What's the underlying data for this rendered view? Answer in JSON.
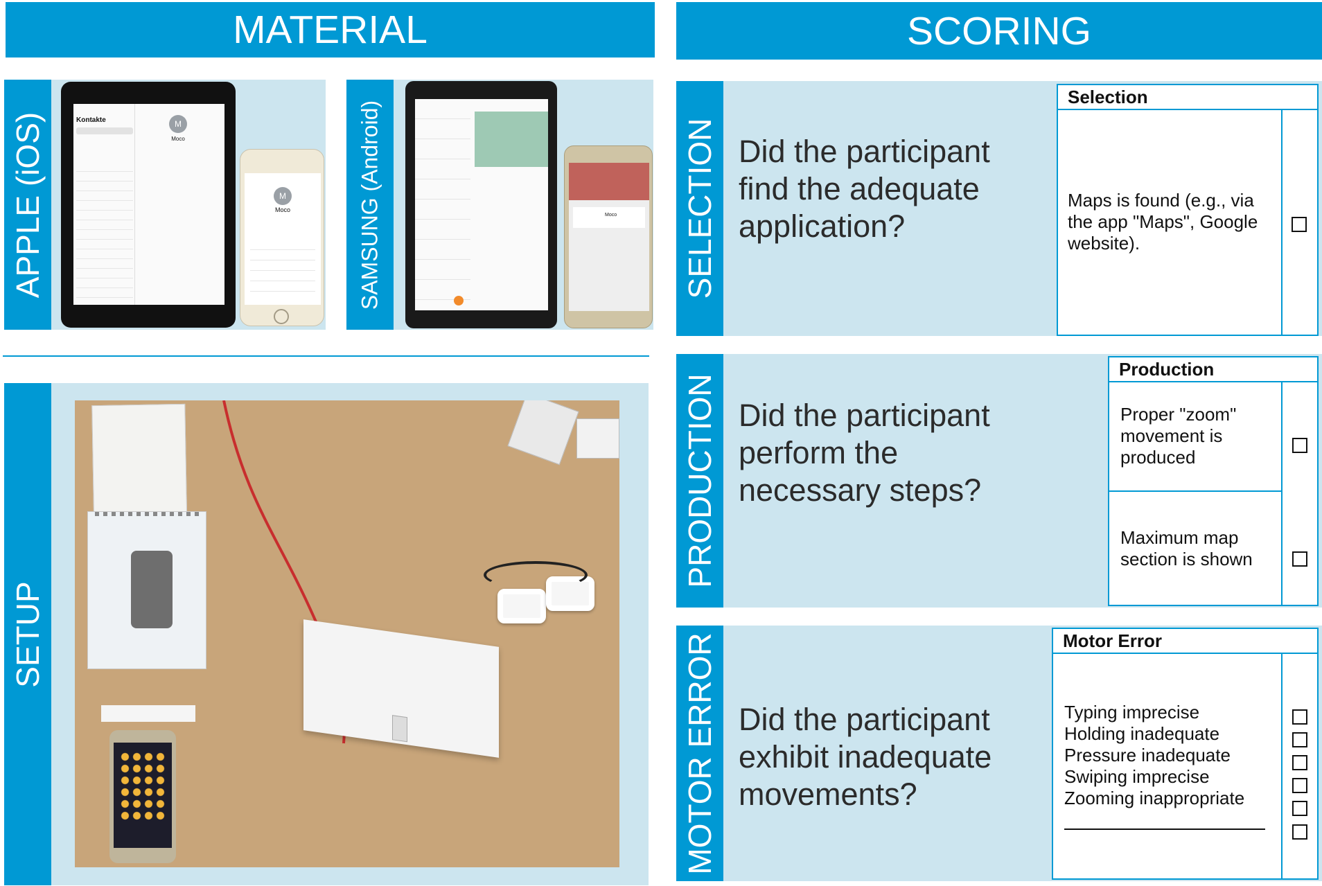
{
  "material": {
    "title": "MATERIAL",
    "apple_label": "APPLE (iOS)",
    "samsung_label": "SAMSUNG (Android)",
    "setup_label": "SETUP",
    "ios_screen": {
      "heading": "Kontakte",
      "contact_name": "Moco",
      "contact_initial": "M"
    },
    "android_screen": {
      "contact_name": "Moco"
    }
  },
  "scoring": {
    "title": "SCORING",
    "sections": [
      {
        "label": "SELECTION",
        "question": "Did the participant find the adequate application?",
        "box_title": "Selection",
        "items": [
          "Maps is found (e.g., via the app \"Maps\", Google website)."
        ]
      },
      {
        "label": "PRODUCTION",
        "question": "Did the participant perform the necessary steps?",
        "box_title": "Production",
        "items": [
          "Proper \"zoom\" movement is produced",
          "Maximum map section is shown"
        ]
      },
      {
        "label": "MOTOR ERROR",
        "question": "Did the participant exhibit inadequate movements?",
        "box_title": "Motor Error",
        "items": [
          "Typing imprecise",
          "Holding inadequate",
          "Pressure inadequate",
          "Swiping imprecise",
          "Zooming inappropriate"
        ]
      }
    ]
  },
  "colors": {
    "accent": "#0099d4",
    "panel": "#cce5ef"
  }
}
